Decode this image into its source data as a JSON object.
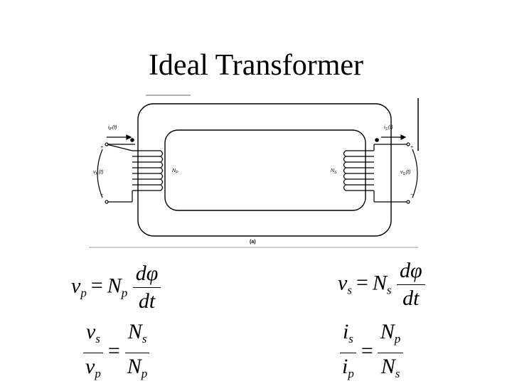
{
  "title": "Ideal Transformer",
  "diagram": {
    "primary_current": "i",
    "primary_current_sub": "P",
    "primary_current_arg": "(t)",
    "secondary_current": "i",
    "secondary_current_sub": "S",
    "secondary_current_arg": "(t)",
    "primary_voltage": "v",
    "primary_voltage_sub": "P",
    "primary_voltage_arg": "(t)",
    "secondary_voltage": "v",
    "secondary_voltage_sub": "S",
    "secondary_voltage_arg": "(t)",
    "primary_turns": "N",
    "primary_turns_sub": "P",
    "secondary_turns": "N",
    "secondary_turns_sub": "S",
    "plus": "+",
    "minus": "−",
    "caption": "(a)"
  },
  "equations": {
    "eq1": {
      "lhs": "v",
      "lhs_sub": "p",
      "eq": "=",
      "coef": "N",
      "coef_sub": "p",
      "num": "dφ",
      "den": "dt"
    },
    "eq2": {
      "lhs": "v",
      "lhs_sub": "s",
      "eq": "=",
      "coef": "N",
      "coef_sub": "s",
      "num": "dφ",
      "den": "dt"
    },
    "eq3": {
      "num": "v",
      "num_sub": "s",
      "den": "v",
      "den_sub": "p",
      "eq": "=",
      "rnum": "N",
      "rnum_sub": "s",
      "rden": "N",
      "rden_sub": "p"
    },
    "eq4": {
      "num": "i",
      "num_sub": "s",
      "den": "i",
      "den_sub": "p",
      "eq": "=",
      "rnum": "N",
      "rnum_sub": "p",
      "rden": "N",
      "rden_sub": "s"
    }
  }
}
